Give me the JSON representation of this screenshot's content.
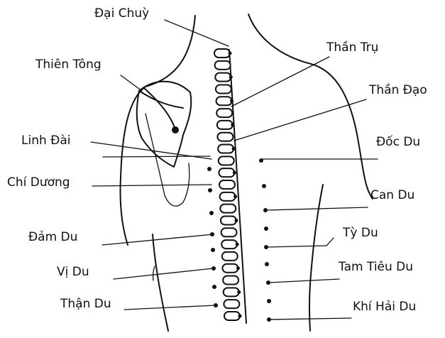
{
  "labels": {
    "dai_chuy": "Đại Chuỳ",
    "thien_tong": "Thiên Tông",
    "linh_dai": "Linh Đài",
    "chi_duong": "Chí Dương",
    "dam_du": "Đảm Du",
    "vi_du": "Vị Du",
    "than_du": "Thận Du",
    "than_tru": "Thần Trụ",
    "than_dao": "Thần Đạo",
    "doc_du": "Đốc Du",
    "can_du": "Can Du",
    "ty_du": "Tỳ Du",
    "tam_tieu_du": "Tam Tiêu Du",
    "khi_hai_du": "Khí Hải Du"
  },
  "colors": {
    "ink": "#111111",
    "background": "#ffffff"
  }
}
